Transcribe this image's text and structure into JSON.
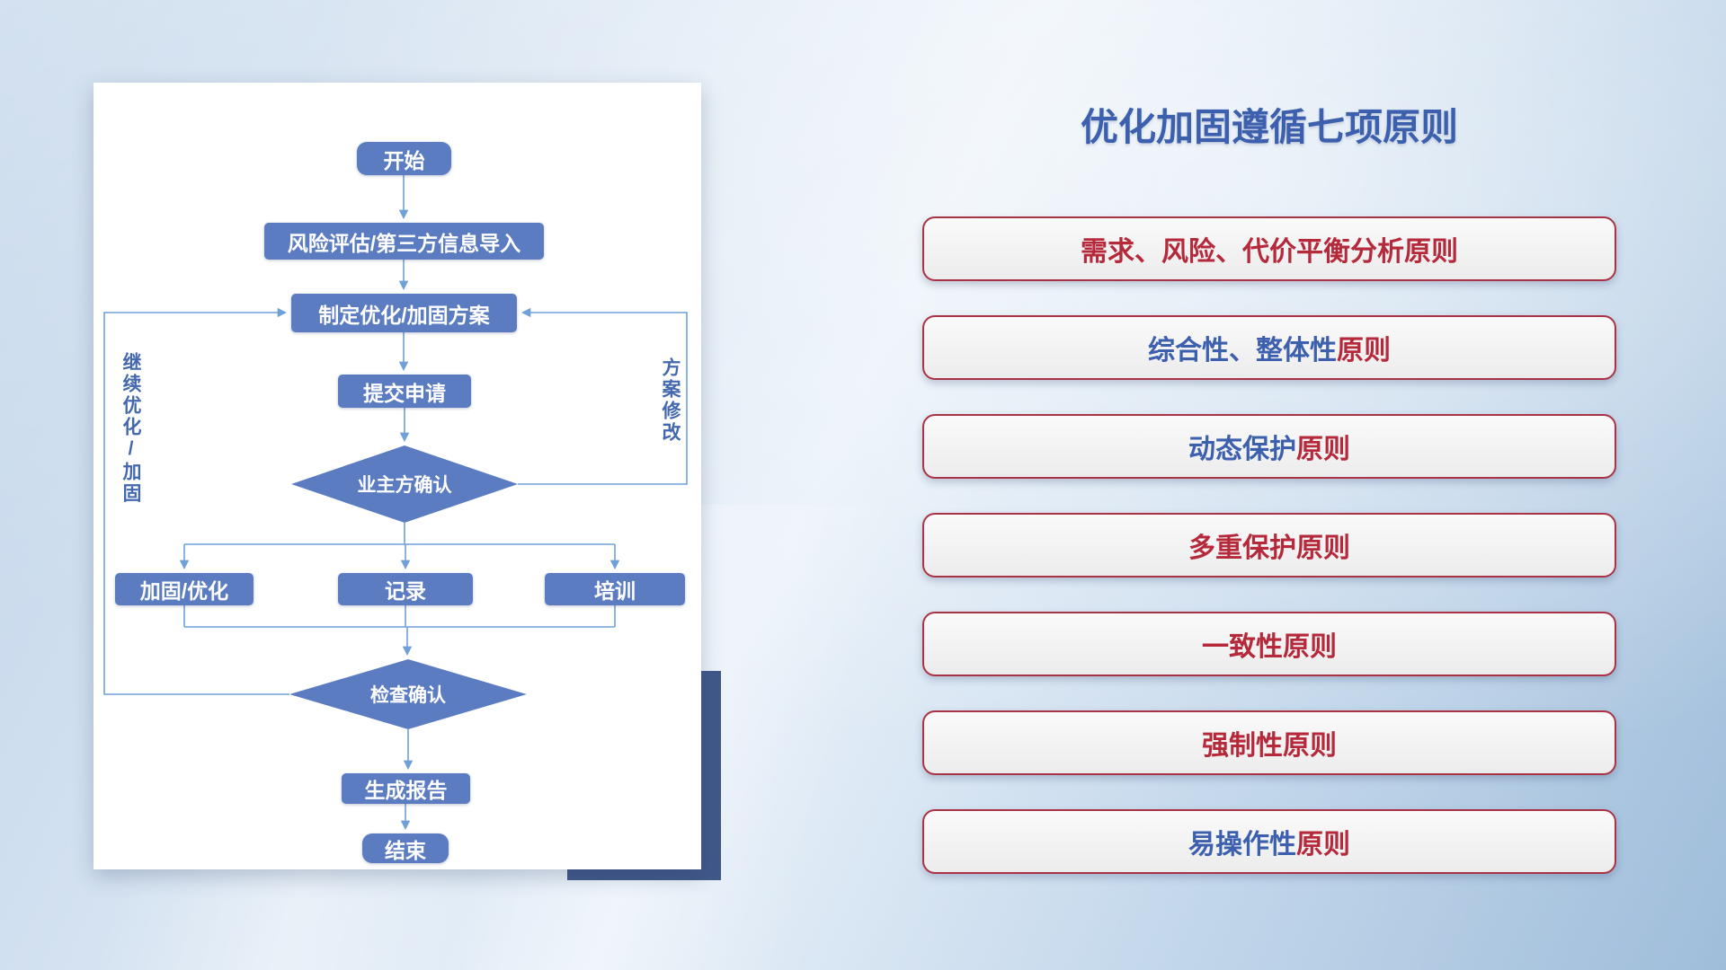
{
  "title": "优化加固遵循七项原则",
  "flowchart": {
    "nodes": {
      "start": "开始",
      "risk_import": "风险评估/第三方信息导入",
      "make_plan": "制定优化/加固方案",
      "submit": "提交申请",
      "owner_confirm": "业主方确认",
      "harden_optimize": "加固/优化",
      "record": "记录",
      "training": "培训",
      "check_confirm": "检查确认",
      "report": "生成报告",
      "end": "结束"
    },
    "loop_labels": {
      "continue_left": "继续优化/加固",
      "modify_right": "方案修改"
    }
  },
  "principles": [
    {
      "segments": [
        {
          "text": "需求、风险、代价平衡分析原则",
          "color": "#b5293b"
        }
      ]
    },
    {
      "segments": [
        {
          "text": "综合性、整体性",
          "color": "#3c5fae"
        },
        {
          "text": "原则",
          "color": "#b5293b"
        }
      ]
    },
    {
      "segments": [
        {
          "text": "动态保护",
          "color": "#3c5fae"
        },
        {
          "text": "原则",
          "color": "#b5293b"
        }
      ]
    },
    {
      "segments": [
        {
          "text": "多重保护原则",
          "color": "#b5293b"
        }
      ]
    },
    {
      "segments": [
        {
          "text": "一致性原则",
          "color": "#b5293b"
        }
      ]
    },
    {
      "segments": [
        {
          "text": "强制性原则",
          "color": "#b5293b"
        }
      ]
    },
    {
      "segments": [
        {
          "text": "易操作性",
          "color": "#3c5fae"
        },
        {
          "text": "原则",
          "color": "#b5293b"
        }
      ]
    }
  ],
  "colors": {
    "node_fill": "#5b7cc1",
    "connector": "#6fa0d8",
    "title": "#3c5fae",
    "principle_red": "#b5293b",
    "principle_blue": "#3c5fae",
    "principle_border": "#a93344",
    "accent_rect": "#41588a"
  }
}
